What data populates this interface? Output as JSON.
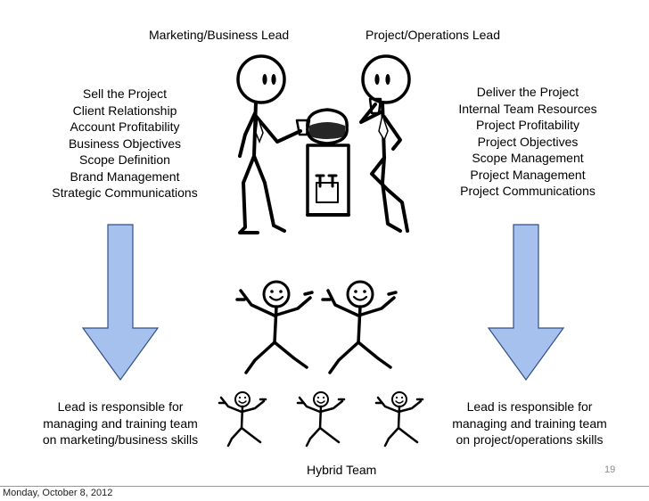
{
  "slide": {
    "left_heading": "Marketing/Business Lead",
    "right_heading": "Project/Operations Lead",
    "left_list": [
      "Sell the Project",
      "Client Relationship",
      "Account Profitability",
      "Business Objectives",
      "Scope Definition",
      "Brand Management",
      "Strategic Communications"
    ],
    "right_list": [
      "Deliver the Project",
      "Internal Team Resources",
      "Project Profitability",
      "Project Objectives",
      "Scope Management",
      "Project Management",
      "Project Communications"
    ],
    "left_note": [
      "Lead is responsible for",
      "managing and training team",
      "on marketing/business skills"
    ],
    "right_note": [
      "Lead is responsible for",
      "managing and training team",
      "on project/operations skills"
    ],
    "team_label": "Hybrid Team",
    "page_number": "19"
  },
  "footer": {
    "date": "Monday, October 8, 2012"
  },
  "colors": {
    "arrow_fill": "#a7c1ef",
    "arrow_stroke": "#2f4f86",
    "water_jug": "#ffffff"
  },
  "icons": [
    "stick-figure-icon",
    "water-cooler-icon",
    "down-arrow-icon",
    "happy-stick-figure-icon"
  ]
}
